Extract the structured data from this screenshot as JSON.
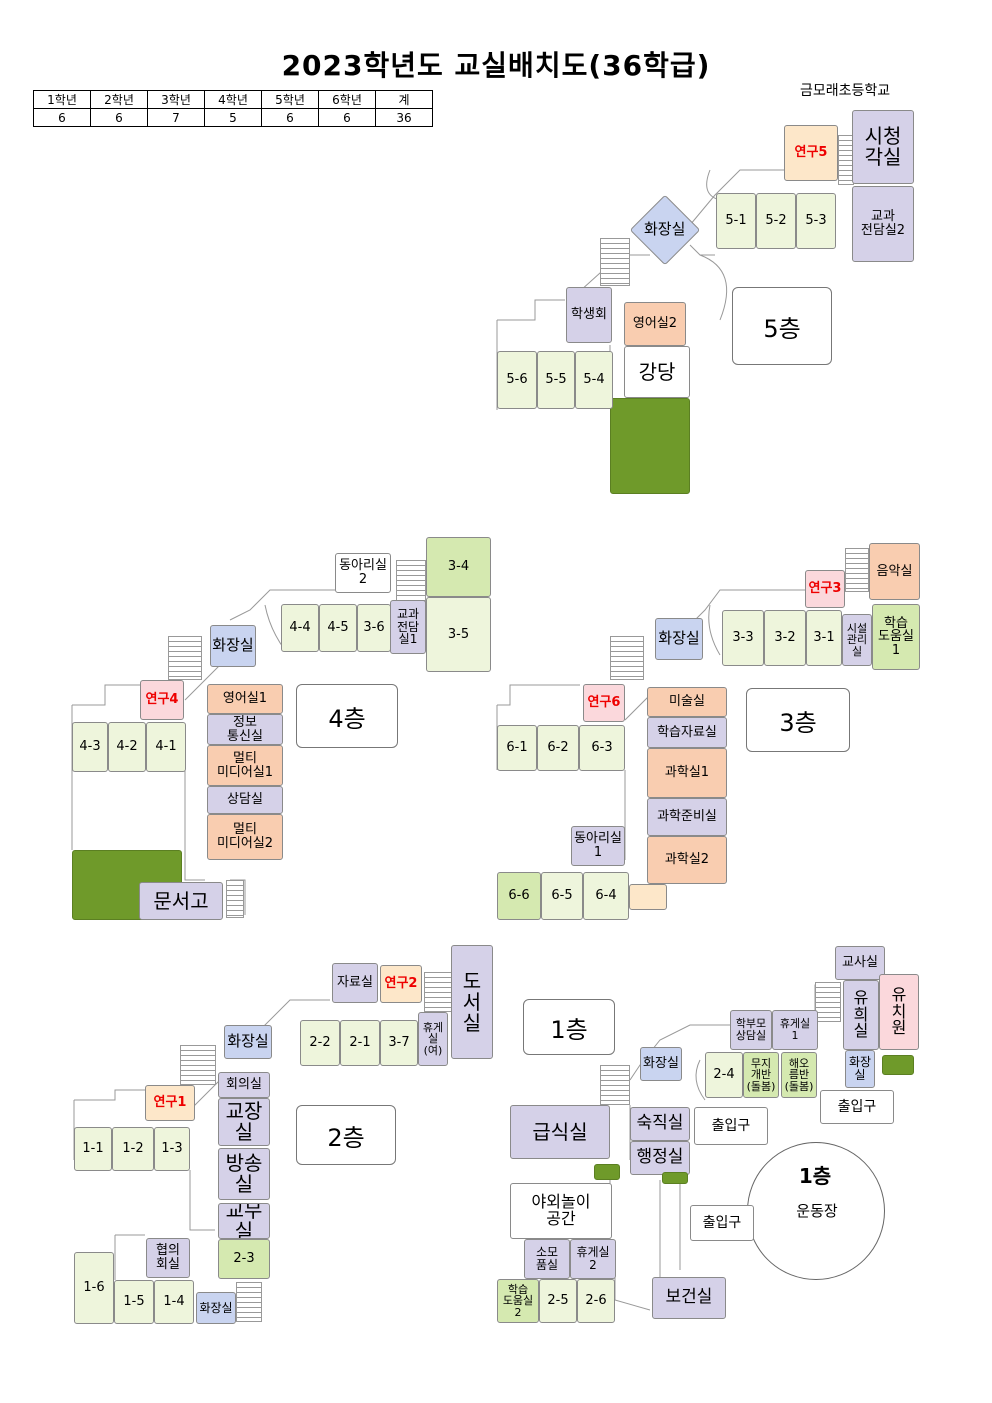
{
  "title": "2023학년도  교실배치도(36학급)",
  "school": "금모래초등학교",
  "stats": {
    "headers": [
      "1학년",
      "2학년",
      "3학년",
      "4학년",
      "5학년",
      "6학년",
      "계"
    ],
    "values": [
      "6",
      "6",
      "7",
      "5",
      "6",
      "6",
      "36"
    ]
  },
  "floor5": {
    "label": "5층",
    "rooms": {
      "yeongu5": "연구5",
      "sicheong": "시청\n각실",
      "gyogwa2": "교과\n전담실2",
      "toilet": "화장실",
      "c51": "5-1",
      "c52": "5-2",
      "c53": "5-3",
      "student": "학생회",
      "english2": "영어실2",
      "auditorium": "강당",
      "c56": "5-6",
      "c55": "5-5",
      "c54": "5-4"
    }
  },
  "floor4": {
    "label": "4층",
    "rooms": {
      "club2": "동아리실\n2",
      "c34": "3-4",
      "c44": "4-4",
      "c45": "4-5",
      "c36": "3-6",
      "gyogwa1": "교과\n전담\n실1",
      "c35": "3-5",
      "toilet": "화장실",
      "yeongu4": "연구4",
      "english1": "영어실1",
      "info": "정보\n통신실",
      "multi1": "멀티\n미디어실1",
      "counsel": "상담실",
      "multi2": "멀티\n미디어실2",
      "c43": "4-3",
      "c42": "4-2",
      "c41": "4-1",
      "archive": "문서고"
    }
  },
  "floor3": {
    "label": "3층",
    "rooms": {
      "music": "음악실",
      "yeongu3": "연구3",
      "toilet": "화장실",
      "c33": "3-3",
      "c32": "3-2",
      "c31": "3-1",
      "facility": "시설\n관리\n실",
      "study1": "학습\n도움실\n1",
      "yeongu6": "연구6",
      "art": "미술실",
      "material": "학습자료실",
      "c61": "6-1",
      "c62": "6-2",
      "c63": "6-3",
      "sci1": "과학실1",
      "sciprep": "과학준비실",
      "club1": "동아리실\n1",
      "sci2": "과학실2",
      "c66": "6-6",
      "c65": "6-5",
      "c64": "6-4"
    }
  },
  "floor2": {
    "label": "2층",
    "rooms": {
      "resource": "자료실",
      "yeongu2": "연구2",
      "library": "도\n서\n실",
      "toilet": "화장실",
      "c22": "2-2",
      "c21": "2-1",
      "c37": "3-7",
      "rest_f": "휴게\n실\n(여)",
      "meeting": "회의실",
      "yeongu1": "연구1",
      "principal": "교장실",
      "c11": "1-1",
      "c12": "1-2",
      "c13": "1-3",
      "broadcast": "방송실",
      "staff": "교무실",
      "coop": "협의\n회실",
      "c23": "2-3",
      "c16": "1-6",
      "c15": "1-5",
      "c14": "1-4",
      "toilet2": "화장실"
    }
  },
  "floor1": {
    "label": "1층",
    "label2": "1층",
    "playground": "운동장",
    "rooms": {
      "teacher": "교사실",
      "kinder_room": "유\n희\n실",
      "kinder": "유\n치\n원",
      "parent": "학부모\n상담실",
      "rest1": "휴게실\n1",
      "toilet": "화장실",
      "c24": "2-4",
      "care1": "무지\n개반\n(돌봄)",
      "care2": "해오\n름반\n(돌봄)",
      "toilet2": "화장\n실",
      "entrance1": "출입구",
      "cafeteria": "급식실",
      "night": "숙직실",
      "entrance2": "출입구",
      "admin": "행정실",
      "outdoor": "야외놀이\n공간",
      "entrance3": "출입구",
      "supplies": "소모\n품실",
      "rest2": "휴게실\n2",
      "study2": "학습\n도움실\n2",
      "c25": "2-5",
      "c26": "2-6",
      "health": "보건실"
    }
  }
}
